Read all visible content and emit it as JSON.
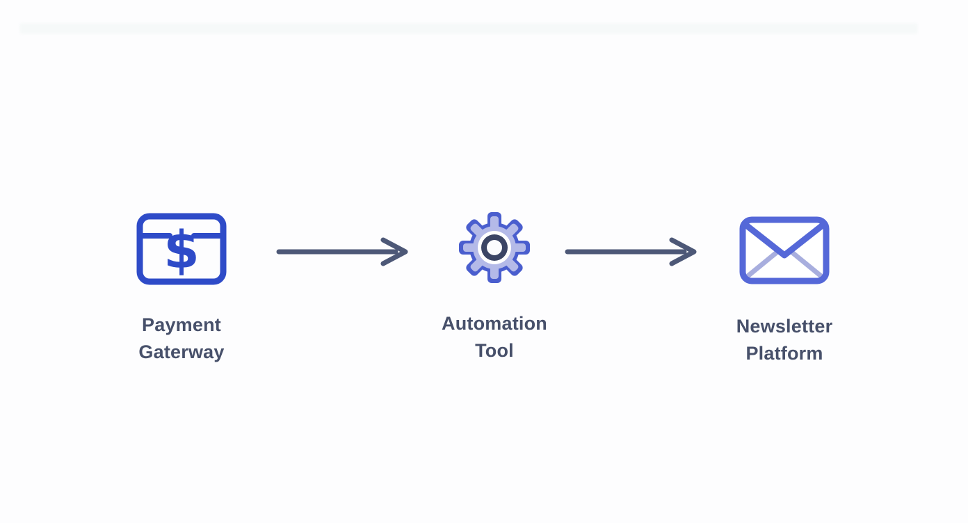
{
  "diagram": {
    "title": "payment-to-newsletter-automation-flow",
    "background_color": "#fdfdfe",
    "nodes": [
      {
        "id": "payment-gateway",
        "icon": "dollar-card-icon",
        "label_line1": "Payment",
        "label_line2": "Gaterway",
        "dollar_glyph": "$"
      },
      {
        "id": "automation-tool",
        "icon": "gear-icon",
        "label_line1": "Automation",
        "label_line2": "Tool"
      },
      {
        "id": "newsletter-platform",
        "icon": "envelope-icon",
        "label_line1": "Newsletter",
        "label_line2": "Platform"
      }
    ],
    "connectors": [
      {
        "from": "payment-gateway",
        "to": "automation-tool",
        "icon": "arrow-right-icon"
      },
      {
        "from": "automation-tool",
        "to": "newsletter-platform",
        "icon": "arrow-right-icon"
      }
    ],
    "colors": {
      "payment_icon_blue": "#2e4bc8",
      "gear_outline_blue": "#4a5ece",
      "gear_body_fill": "#b4bae8",
      "gear_inner_ring": "#3b4565",
      "envelope_stroke_blue": "#5568d8",
      "envelope_inner_lavender": "#a8aede",
      "arrow_slate": "#4d5877",
      "label_text": "#47506a"
    }
  }
}
